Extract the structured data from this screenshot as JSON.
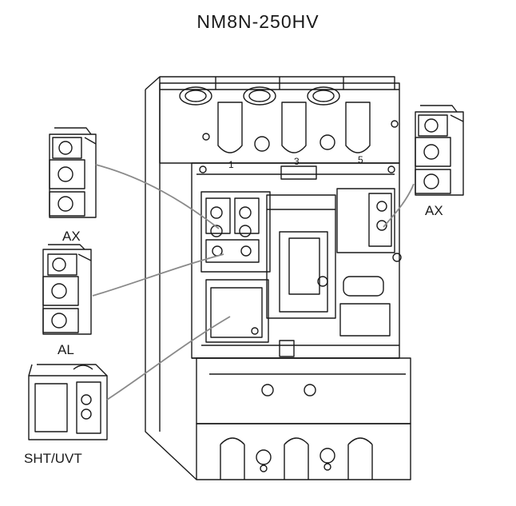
{
  "title": "NM8N-250HV",
  "labels": {
    "ax_left": "AX",
    "al": "AL",
    "sht_uvt": "SHT/UVT",
    "ax_right": "AX"
  },
  "pole_markings": {
    "p1": "1",
    "p3": "3",
    "p5": "5"
  },
  "colors": {
    "line": "#1a1a1a",
    "leader": "#8a8a8a",
    "background": "#ffffff"
  }
}
